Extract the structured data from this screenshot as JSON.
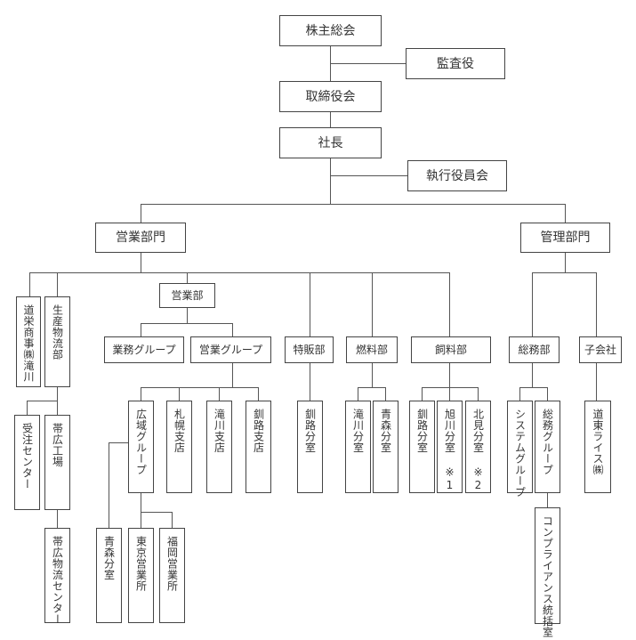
{
  "nodes": {
    "shareholders": "株主総会",
    "auditor": "監査役",
    "board": "取締役会",
    "president": "社長",
    "executive_officers": "執行役員会",
    "sales_division": "営業部門",
    "admin_division": "管理部門",
    "dotan_shoji": "道栄商事㈱滝川",
    "logistics_dept": "生産物流部",
    "order_center": "受注センター",
    "obihiro_factory": "帯広工場",
    "obihiro_logistics_center": "帯広物流センター",
    "sales_dept": "営業部",
    "business_group": "業務グループ",
    "sales_group": "営業グループ",
    "wide_area_group": "広域グループ",
    "sapporo_branch": "札幌支店",
    "takikawa_branch": "滝川支店",
    "kushiro_branch": "釧路支店",
    "aomori_office": "青森分室",
    "tokyo_sales_office": "東京営業所",
    "fukuoka_sales_office": "福岡営業所",
    "special_sales_dept": "特販部",
    "kushiro_office_special": "釧路分室",
    "fuel_dept": "燃料部",
    "takikawa_office": "滝川分室",
    "aomori_office_fuel": "青森分室",
    "feed_dept": "飼料部",
    "kushiro_office_feed": "釧路分室",
    "asahikawa_office": "旭川分室 ※1",
    "kitami_office": "北見分室 ※2",
    "general_affairs_dept": "総務部",
    "system_group": "システムグループ",
    "general_affairs_group": "総務グループ",
    "compliance_office": "コンプライアンス統括室",
    "subsidiary": "子会社",
    "doto_rice": "道東ライス㈱"
  }
}
